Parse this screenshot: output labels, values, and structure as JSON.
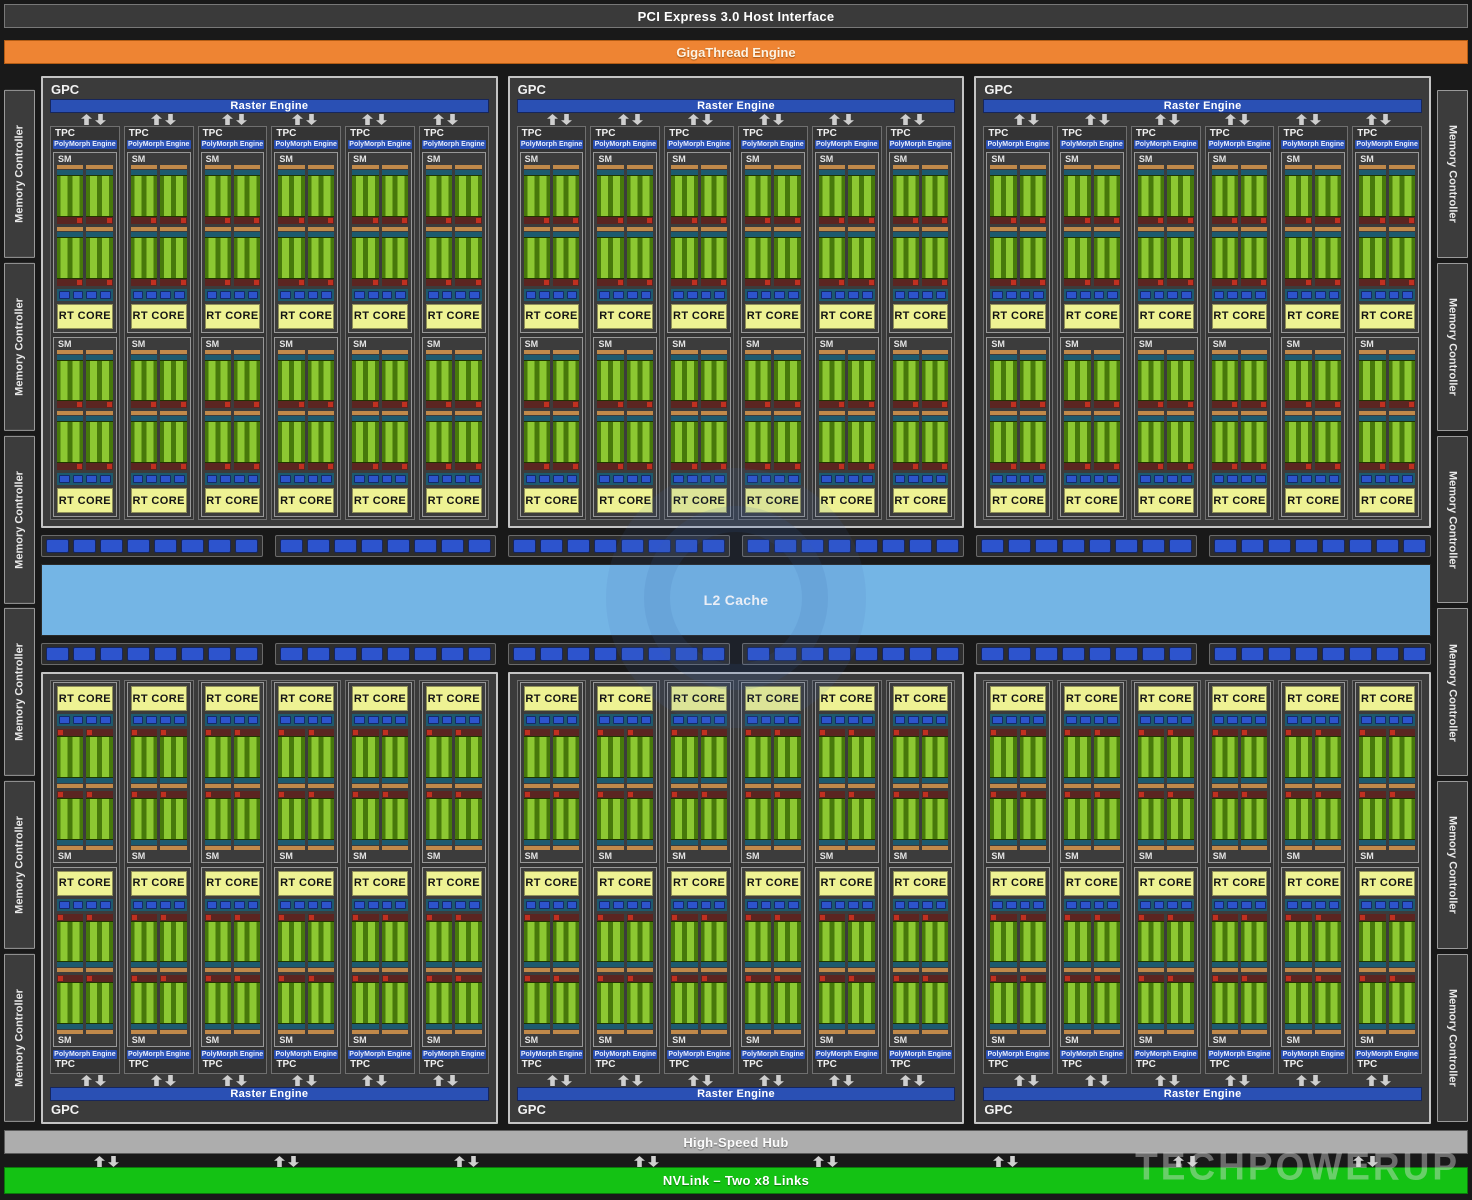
{
  "diagram": {
    "pci_label": "PCI Express 3.0 Host Interface",
    "gigathread_label": "GigaThread Engine",
    "l2_label": "L2 Cache",
    "hub_label": "High-Speed Hub",
    "nvlink_label": "NVLink – Two x8 Links",
    "watermark": "TECHPOWERUP"
  },
  "labels": {
    "gpc": "GPC",
    "raster": "Raster Engine",
    "tpc": "TPC",
    "polymorph": "PolyMorph Engine",
    "sm": "SM",
    "rt_core": "RT CORE",
    "memory_controller": "Memory Controller"
  },
  "structure": {
    "gpc_rows": 2,
    "gpcs_per_row": 3,
    "tpcs_per_gpc": 6,
    "sms_per_tpc": 2,
    "core_quads_per_sm": 4,
    "tex_segments": 4,
    "memory_controllers_per_side": 6,
    "segment_groups": 6,
    "segments_per_group": 8,
    "hub_arrow_pairs": 8
  },
  "icons": {
    "flow_arrows": "up-down-block-arrows"
  },
  "colors": {
    "giga_orange": "#ee8433",
    "raster_blue": "#2a50b4",
    "l2_blue": "#74b5e5",
    "nvlink_green": "#14c214",
    "rt_yellow": "#eef293",
    "seg_blue": "#2d54cd",
    "core_light": "#8cc832",
    "core_dark": "#47790b",
    "teal_bar": "#1d5a6e",
    "tan_bar": "#c0894a",
    "maroon_bar": "#5b2521",
    "red_accent": "#c03020"
  }
}
